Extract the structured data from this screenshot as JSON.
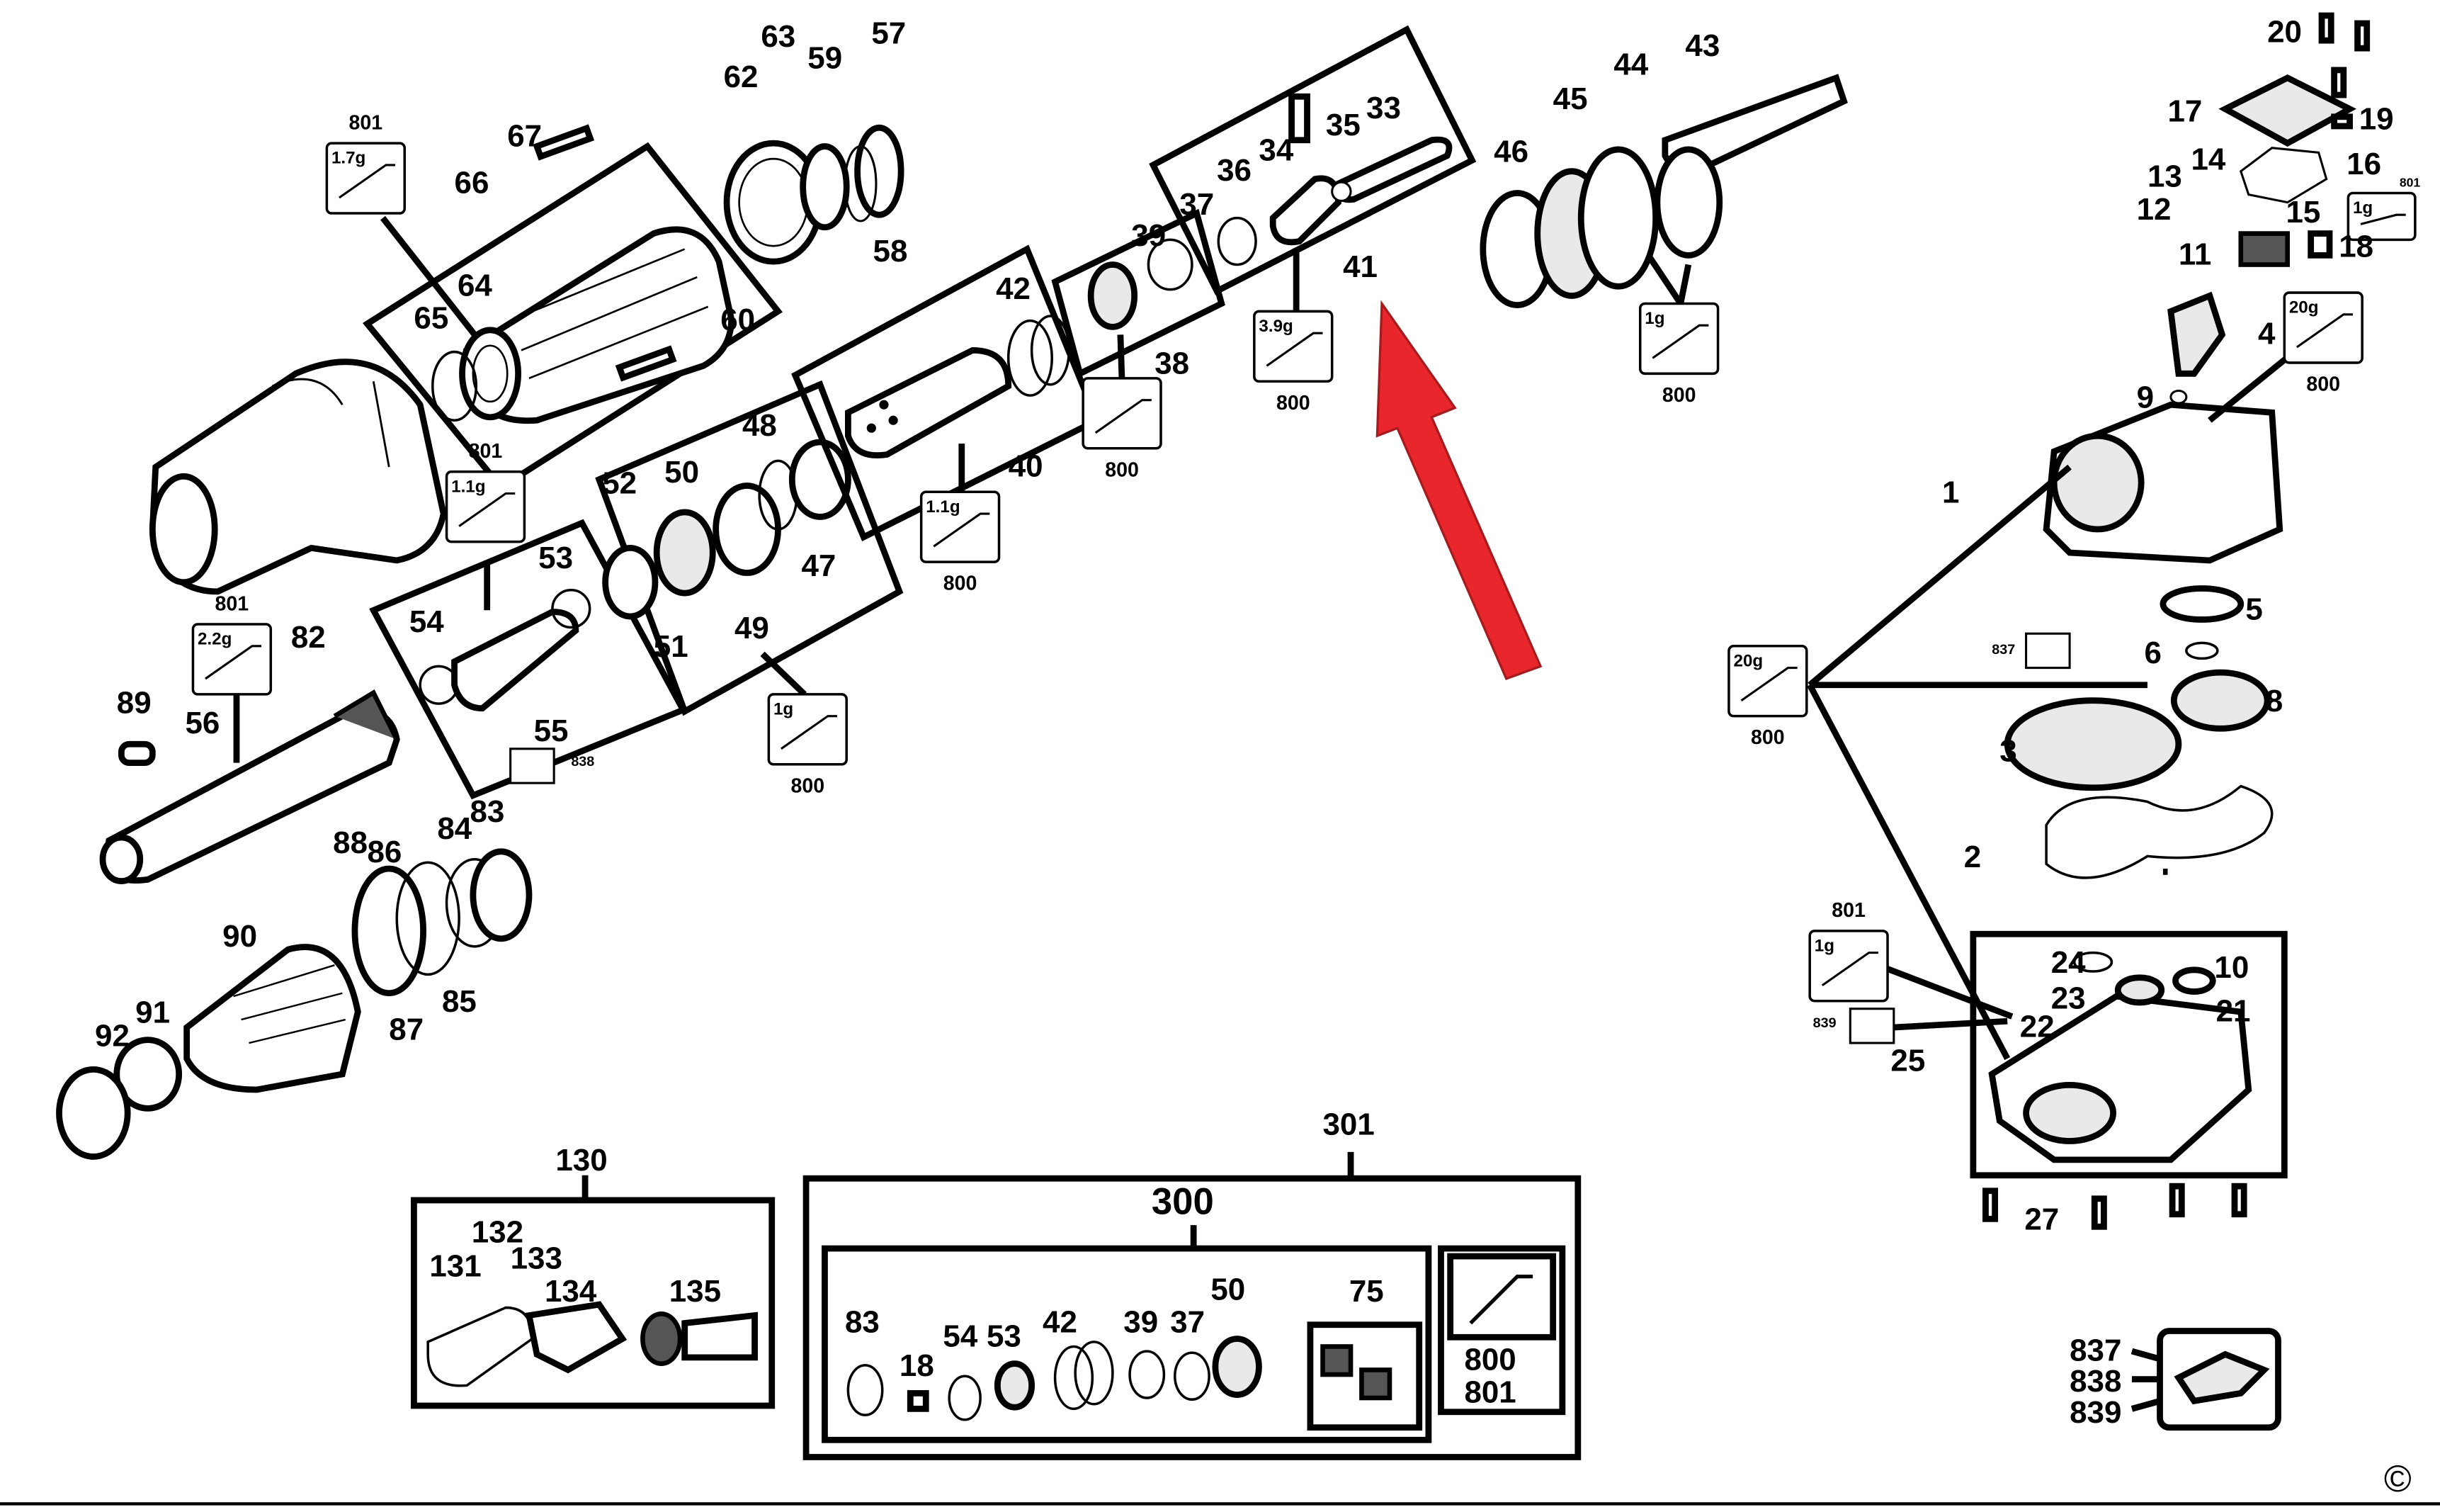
{
  "copyright_symbol": "©",
  "arrow_color": "#e8262b",
  "callouts": {
    "c1": "1",
    "c2": "2",
    "c3": "3",
    "c4": "4",
    "c5": "5",
    "c6": "6",
    "c8": "8",
    "c9": "9",
    "c10": "10",
    "c11": "11",
    "c12": "12",
    "c13": "13",
    "c14": "14",
    "c15": "15",
    "c16": "16",
    "c17": "17",
    "c18": "18",
    "c19": "19",
    "c20": "20",
    "c21": "21",
    "c22": "22",
    "c23": "23",
    "c24": "24",
    "c25": "25",
    "c27": "27",
    "c33": "33",
    "c34": "34",
    "c35": "35",
    "c36": "36",
    "c37": "37",
    "c38": "38",
    "c39": "39",
    "c40": "40",
    "c41": "41",
    "c42": "42",
    "c43": "43",
    "c44": "44",
    "c45": "45",
    "c46": "46",
    "c47": "47",
    "c48": "48",
    "c49": "49",
    "c50": "50",
    "c51": "51",
    "c52": "52",
    "c53": "53",
    "c54": "54",
    "c55": "55",
    "c56": "56",
    "c57": "57",
    "c58": "58",
    "c59": "59",
    "c60": "60",
    "c62": "62",
    "c63": "63",
    "c64": "64",
    "c65": "65",
    "c66": "66",
    "c67": "67",
    "c82": "82",
    "c83": "83",
    "c84": "84",
    "c85": "85",
    "c86": "86",
    "c87": "87",
    "c88": "88",
    "c89": "89",
    "c90": "90",
    "c91": "91",
    "c92": "92",
    "c36b": "36"
  },
  "grease_boxes": {
    "g801_1": {
      "amount": "1.7g",
      "code_top": "801"
    },
    "g801_2": {
      "amount": "1.1g",
      "code_top": "801"
    },
    "g801_3": {
      "amount": "2.2g",
      "code_top": "801"
    },
    "g800_1": {
      "amount": "1g",
      "code_bottom": "800"
    },
    "g800_2": {
      "amount": "1.1g",
      "code_bottom": "800"
    },
    "g800_3": {
      "code_bottom": "800"
    },
    "g800_4": {
      "amount": "3.9g",
      "code_bottom": "800"
    },
    "g800_5": {
      "amount": "1g",
      "code_bottom": "800"
    },
    "g800_6": {
      "amount": "20g",
      "code_bottom": "800"
    },
    "g800_7": {
      "amount": "20g",
      "code_bottom": "800"
    },
    "g801_4": {
      "amount": "1g",
      "code_top": "801"
    },
    "g801_5": {
      "amount": "1g",
      "code_side": "801"
    }
  },
  "small_tags": {
    "t838": "838",
    "t837": "837",
    "t839": "839"
  },
  "kits": {
    "k130": {
      "label": "130",
      "items": {
        "i131": "131",
        "i132": "132",
        "i133": "133",
        "i134": "134",
        "i135": "135"
      }
    },
    "k301": {
      "label": "301",
      "sub_label": "300",
      "items": {
        "i83": "83",
        "i18": "18",
        "i54": "54",
        "i53": "53",
        "i42": "42",
        "i39": "39",
        "i37": "37",
        "i50": "50",
        "i75": "75"
      },
      "grease_codes": {
        "a": "800",
        "b": "801"
      }
    },
    "k25": {
      "label": "25",
      "items": {
        "i24": "24",
        "i10": "10",
        "i23": "23",
        "i21": "21",
        "i22": "22"
      }
    },
    "k837": {
      "a": "837",
      "b": "838",
      "c": "839"
    }
  }
}
